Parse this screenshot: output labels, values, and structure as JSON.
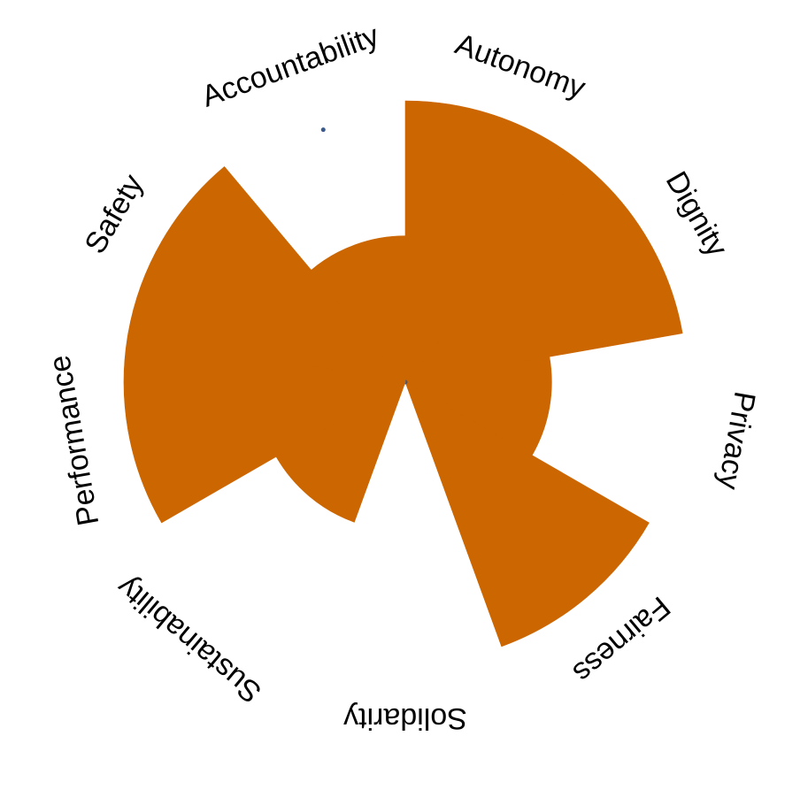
{
  "chart_data": {
    "type": "polar-area",
    "categories": [
      "Autonomy",
      "Dignity",
      "Privacy",
      "Fairness",
      "Solidarity",
      "Sustainability",
      "Performance",
      "Safety",
      "Accountability"
    ],
    "values": [
      1.0,
      1.0,
      0.52,
      1.0,
      0.0,
      0.53,
      1.0,
      1.0,
      0.52
    ],
    "rlim": [
      0,
      1
    ],
    "start_angle_deg": 0,
    "direction": "clockwise",
    "title": "",
    "grid": false,
    "legend": "none",
    "colors": {
      "fill": "#CC6600",
      "marker": "#3A5A8C",
      "background": "#FFFFFF"
    }
  }
}
